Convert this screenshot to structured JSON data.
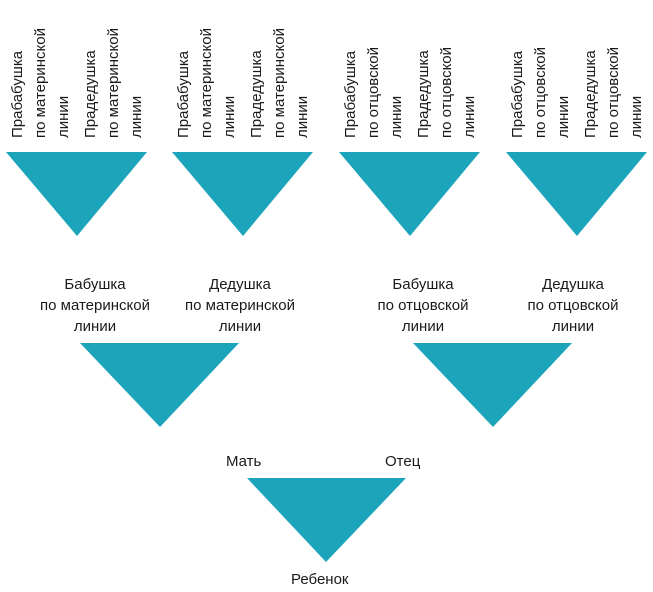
{
  "accent_color": "#1ba4ba",
  "great_grandparents": [
    {
      "label": "Прабабушка\nпо материнской\nлинии"
    },
    {
      "label": "Прадедушка\nпо материнской\nлинии"
    },
    {
      "label": "Прабабушка\nпо материнской\nлинии"
    },
    {
      "label": "Прадедушка\nпо материнской\nлинии"
    },
    {
      "label": "Прабабушка\nпо отцовской\nлинии"
    },
    {
      "label": "Прадедушка\nпо отцовской\nлинии"
    },
    {
      "label": "Прабабушка\nпо отцовской\nлинии"
    },
    {
      "label": "Прадедушка\nпо отцовской\nлинии"
    }
  ],
  "grandparents": [
    {
      "label": "Бабушка\nпо материнской\nлинии"
    },
    {
      "label": "Дедушка\nпо материнской\nлинии"
    },
    {
      "label": "Бабушка\nпо отцовской\nлинии"
    },
    {
      "label": "Дедушка\nпо отцовской\nлинии"
    }
  ],
  "parents": {
    "mother": "Мать",
    "father": "Отец"
  },
  "child": "Ребенок"
}
